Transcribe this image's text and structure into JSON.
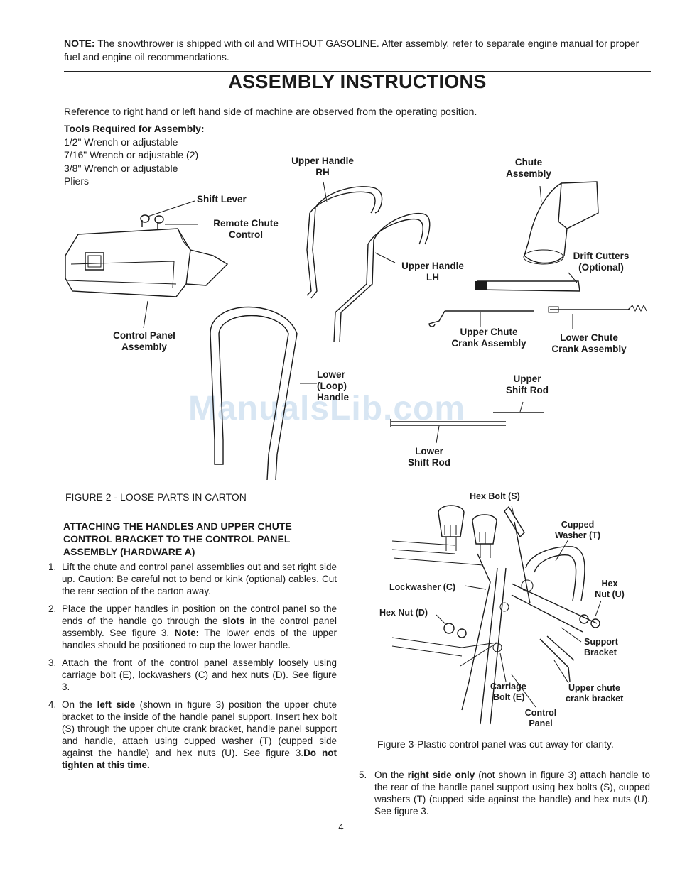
{
  "note": {
    "label": "NOTE:",
    "text": " The snowthrower is shipped with oil and WITHOUT GASOLINE. After assembly, refer to separate engine manual for proper fuel and engine oil recommendations."
  },
  "title": "ASSEMBLY INSTRUCTIONS",
  "reference": "Reference to right hand or left hand side of machine are observed from the operating position.",
  "tools": {
    "heading": "Tools Required for Assembly:",
    "items": [
      "1/2\" Wrench or adjustable",
      "7/16\" Wrench or adjustable (2)",
      "3/8\" Wrench or adjustable",
      "Pliers"
    ]
  },
  "figure2": {
    "labels": {
      "shift_lever": "Shift Lever",
      "remote_chute_control": [
        "Remote Chute",
        "Control"
      ],
      "control_panel_assembly": [
        "Control Panel",
        "Assembly"
      ],
      "upper_handle_rh": [
        "Upper Handle",
        "RH"
      ],
      "upper_handle_lh": [
        "Upper Handle",
        "LH"
      ],
      "lower_loop_handle": [
        "Lower",
        "(Loop)",
        "Handle"
      ],
      "chute_assembly": [
        "Chute",
        "Assembly"
      ],
      "drift_cutters": [
        "Drift Cutters",
        "(Optional)"
      ],
      "upper_chute_crank": [
        "Upper Chute",
        "Crank Assembly"
      ],
      "lower_chute_crank": [
        "Lower Chute",
        "Crank Assembly"
      ],
      "upper_shift_rod": [
        "Upper",
        "Shift Rod"
      ],
      "lower_shift_rod": [
        "Lower",
        "Shift Rod"
      ]
    },
    "caption": "FIGURE 2 - LOOSE PARTS IN CARTON"
  },
  "figure3": {
    "labels": {
      "hex_bolt_s": "Hex Bolt (S)",
      "cupped_washer_t": [
        "Cupped",
        "Washer (T)"
      ],
      "hex_nut_u": [
        "Hex",
        "Nut (U)"
      ],
      "lockwasher_c": "Lockwasher (C)",
      "hex_nut_d": "Hex Nut (D)",
      "support_bracket": [
        "Support",
        "Bracket"
      ],
      "carriage_bolt_e": [
        "Carriage",
        "Bolt (E)"
      ],
      "upper_chute_crank_bracket": [
        "Upper chute",
        "crank bracket"
      ],
      "control_panel": [
        "Control",
        "Panel"
      ]
    },
    "caption": "Figure 3-Plastic control panel was cut away for clarity."
  },
  "section_heading": "ATTACHING THE HANDLES AND UPPER CHUTE CONTROL BRACKET TO THE CONTROL PANEL ASSEMBLY (Hardware A)",
  "steps": [
    {
      "num": "1.",
      "text": "Lift the chute and control panel assemblies out and set right side up. Caution: Be careful not to bend or kink (optional) cables. Cut the rear section of the carton away."
    },
    {
      "num": "2.",
      "parts": [
        "Place the upper handles in position on the control panel so the ends of the handle go through the ",
        "slots",
        " in the control panel assembly. See figure 3. ",
        "Note:",
        " The lower ends of the upper handles should be positioned to cup the lower handle."
      ]
    },
    {
      "num": "3.",
      "text": "Attach the front of the control panel assembly loosely using carriage bolt (E), lockwashers (C) and hex nuts (D). See figure 3."
    },
    {
      "num": "4.",
      "parts": [
        "On the ",
        "left side",
        " (shown in figure 3) position the upper chute bracket to the inside of the handle panel support. Insert hex bolt (S) through the upper chute crank bracket, handle panel support and handle, attach using cupped washer (T) (cupped side against the handle) and hex nuts (U). See figure 3.",
        "Do not tighten at this time.",
        ""
      ]
    },
    {
      "num": "5.",
      "parts": [
        "On the ",
        "right side only",
        " (not shown in figure 3) attach handle to the rear of the handle panel support using hex bolts (S), cupped washers (T) (cupped side against the handle) and hex nuts (U). See figure 3.",
        "",
        ""
      ]
    }
  ],
  "page_number": "4",
  "watermark": "ManualsLib.com"
}
